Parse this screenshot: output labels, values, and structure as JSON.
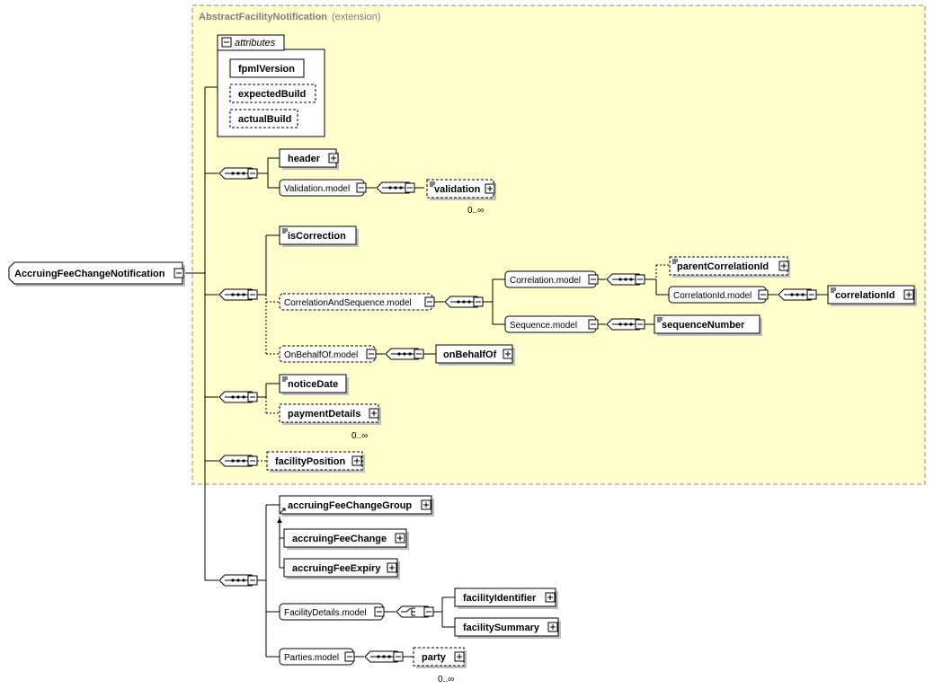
{
  "base_type": {
    "name": "AbstractFacilityNotification",
    "kind": "(extension)"
  },
  "root": {
    "label": "AccruingFeeChangeNotification"
  },
  "attributes": {
    "title": "attributes",
    "items": [
      "fpmlVersion",
      "expectedBuild",
      "actualBuild"
    ]
  },
  "elements": {
    "header": "header",
    "validation_model": "Validation.model",
    "validation": "validation",
    "validation_occ": "0..∞",
    "isCorrection": "isCorrection",
    "correlation_and_sequence_model": "CorrelationAndSequence.model",
    "correlation_model": "Correlation.model",
    "parentCorrelationId": "parentCorrelationId",
    "correlationId_model": "CorrelationId.model",
    "correlationId": "correlationId",
    "sequence_model": "Sequence.model",
    "sequenceNumber": "sequenceNumber",
    "onBehalfOf_model": "OnBehalfOf.model",
    "onBehalfOf": "onBehalfOf",
    "noticeDate": "noticeDate",
    "paymentDetails": "paymentDetails",
    "paymentDetails_occ": "0..∞",
    "facilityPosition": "facilityPosition",
    "accruingFeeChangeGroup": "accruingFeeChangeGroup",
    "accruingFeeChange": "accruingFeeChange",
    "accruingFeeExpiry": "accruingFeeExpiry",
    "facilityDetails_model": "FacilityDetails.model",
    "facilityIdentifier": "facilityIdentifier",
    "facilitySummary": "facilitySummary",
    "parties_model": "Parties.model",
    "party": "party",
    "party_occ": "0..∞"
  },
  "colors": {
    "extension_bg": "#ffffcc",
    "extension_border": "#8c8c8c"
  }
}
